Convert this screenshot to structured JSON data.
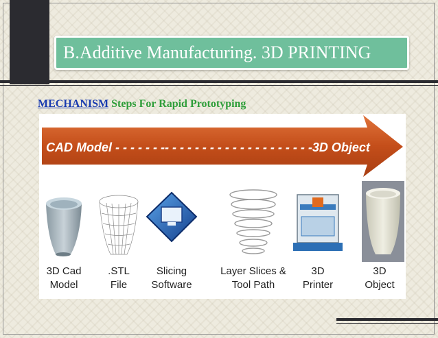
{
  "slide": {
    "title": "B.Additive Manufacturing. 3D PRINTING",
    "subtitle_link": "MECHANISM",
    "subtitle_rest": " Steps For Rapid Prototyping"
  },
  "figure": {
    "arrow_left_label": "CAD Model - - - - - -  -- - - - - - - - - - - - - - - - - - - -3D Object",
    "steps": [
      {
        "line1": "3D Cad",
        "line2": "Model"
      },
      {
        "line1": ".STL",
        "line2": "File"
      },
      {
        "line1": "Slicing",
        "line2": "Software"
      },
      {
        "line1": "Layer Slices &",
        "line2": "Tool Path"
      },
      {
        "line1": "3D",
        "line2": "Printer"
      },
      {
        "line1": "3D",
        "line2": "Object"
      }
    ]
  },
  "colors": {
    "title_bg": "#6fbf9c",
    "arrow": "#c9541f",
    "link_blue": "#1a3cb0",
    "green_text": "#2f9e3a"
  }
}
